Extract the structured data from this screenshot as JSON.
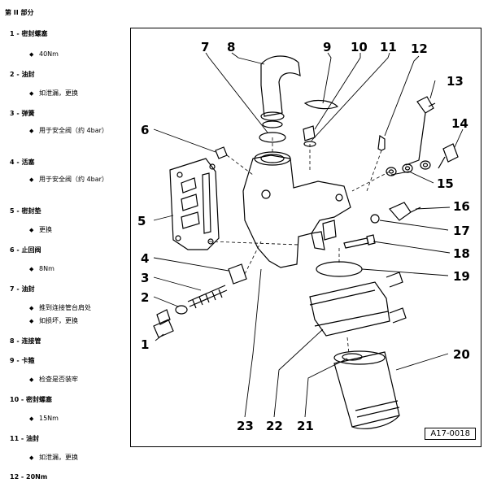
{
  "section_title": "第 II 部分",
  "items": [
    {
      "head": "1 - 密封螺塞",
      "notes": [
        "40Nm"
      ]
    },
    {
      "head": "2 - 油封",
      "notes": [
        "如泄漏，更换"
      ]
    },
    {
      "head": "3 - 弹簧",
      "notes": [
        "用于安全阀（约 4bar）"
      ]
    },
    {
      "head": "4 - 活塞",
      "notes": [
        "用于安全阀（约 4bar）"
      ]
    },
    {
      "head": "5 - 密封垫",
      "notes": [
        "更换"
      ]
    },
    {
      "head": "6 - 止回阀",
      "notes": [
        "8Nm"
      ]
    },
    {
      "head": "7 - 油封",
      "notes": [
        "推到连接管台肩处",
        "如损坏，更换"
      ]
    },
    {
      "head": "8 - 连接管",
      "notes": []
    },
    {
      "head": "9 - 卡箍",
      "notes": [
        "检查是否装牢"
      ]
    },
    {
      "head": "10 - 密封螺塞",
      "notes": [
        "15Nm"
      ]
    },
    {
      "head": "11 - 油封",
      "notes": [
        "如泄漏，更换"
      ]
    },
    {
      "head": "12 - 20Nm",
      "notes": []
    }
  ],
  "figure": {
    "code": "A17-0018",
    "callouts": {
      "c1": "1",
      "c2": "2",
      "c3": "3",
      "c4": "4",
      "c5": "5",
      "c6": "6",
      "c7": "7",
      "c8": "8",
      "c9": "9",
      "c10": "10",
      "c11": "11",
      "c12": "12",
      "c13": "13",
      "c14": "14",
      "c15": "15",
      "c16": "16",
      "c17": "17",
      "c18": "18",
      "c19": "19",
      "c20": "20",
      "c21": "21",
      "c22": "22",
      "c23": "23"
    }
  }
}
